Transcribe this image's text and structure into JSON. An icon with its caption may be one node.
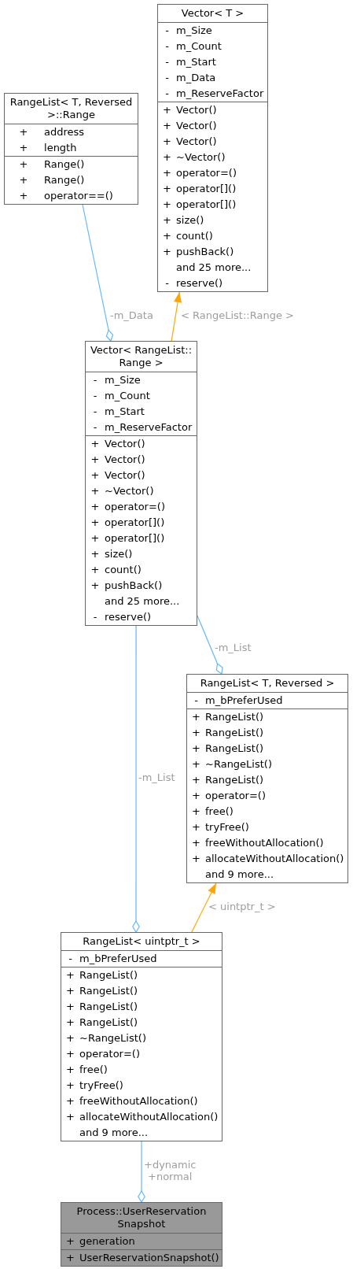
{
  "diagram": {
    "nodes": [
      {
        "text": [
          "Vector< T >",
          "- m_Size",
          "- m_Count",
          "- m_Start",
          "- m_Data",
          "- m_ReserveFactor",
          "+ Vector()",
          "+ Vector()",
          "+ Vector()",
          "+ ~Vector()",
          "+ operator=()",
          "+ operator[]()",
          "+ operator[]()",
          "+ size()",
          "+ count()",
          "+ pushBack()",
          "and 25 more...",
          "- reserve()"
        ]
      },
      {
        "text": [
          "RangeList< T, Reversed >::Range",
          "+ address",
          "+ length",
          "+ Range()",
          "+ Range()",
          "+ operator==()"
        ]
      },
      {
        "text": [
          "Vector< RangeList:: Range >",
          "- m_Size",
          "- m_Count",
          "- m_Start",
          "- m_ReserveFactor",
          "+ Vector()",
          "+ Vector()",
          "+ Vector()",
          "+ ~Vector()",
          "+ operator=()",
          "+ operator[]()",
          "+ operator[]()",
          "+ size()",
          "+ count()",
          "+ pushBack()",
          "and 25 more...",
          "- reserve()"
        ]
      },
      {
        "text": [
          "RangeList< T, Reversed >",
          "- m_bPreferUsed",
          "+ RangeList()",
          "+ RangeList()",
          "+ RangeList()",
          "+ ~RangeList()",
          "+ RangeList()",
          "+ operator=()",
          "+ free()",
          "+ tryFree()",
          "+ freeWithoutAllocation()",
          "+ allocateWithoutAllocation()",
          "and 9 more..."
        ]
      },
      {
        "text": [
          "RangeList< uintptr_t >",
          "- m_bPreferUsed",
          "+ RangeList()",
          "+ RangeList()",
          "+ RangeList()",
          "+ RangeList()",
          "+ ~RangeList()",
          "+ operator=()",
          "+ free()",
          "+ tryFree()",
          "+ freeWithoutAllocation()",
          "+ allocateWithoutAllocation()",
          "and 9 more..."
        ]
      },
      {
        "text": [
          "Process::UserReservation Snapshot",
          "+ generation",
          "+ UserReservationSnapshot()"
        ]
      }
    ],
    "edges": [
      {
        "from": 1,
        "to": 2,
        "arrow": "other",
        "label": "-m_Data"
      },
      {
        "from": 2,
        "to": 0,
        "arrow": "to",
        "label": "< RangeList::Range >",
        "color": "#ffa500"
      },
      {
        "from": 2,
        "to": 3,
        "arrow": "other",
        "label": "-m_List"
      },
      {
        "from": 2,
        "to": 4,
        "arrow": "other",
        "label": "-m_List"
      },
      {
        "from": 4,
        "to": 3,
        "arrow": "to",
        "label": "< uintptr_t >",
        "color": "#ffa500"
      },
      {
        "from": 4,
        "to": 5,
        "arrow": "other",
        "label": "+dynamic +normal"
      }
    ]
  }
}
